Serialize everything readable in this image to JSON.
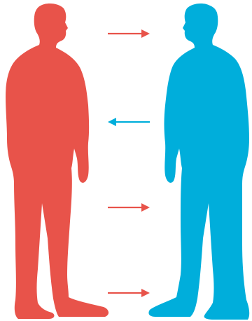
{
  "colors": {
    "left_figure": "#E8534A",
    "right_figure": "#00AEDB",
    "background": "#FFFFFF"
  },
  "figures": [
    {
      "name": "left-person",
      "facing": "right",
      "color": "#E8534A"
    },
    {
      "name": "right-person",
      "facing": "left",
      "color": "#00AEDB"
    }
  ],
  "arrows": [
    {
      "direction": "right",
      "color": "#E8534A"
    },
    {
      "direction": "left",
      "color": "#00AEDB"
    },
    {
      "direction": "right",
      "color": "#E8534A"
    },
    {
      "direction": "right",
      "color": "#E8534A"
    }
  ]
}
